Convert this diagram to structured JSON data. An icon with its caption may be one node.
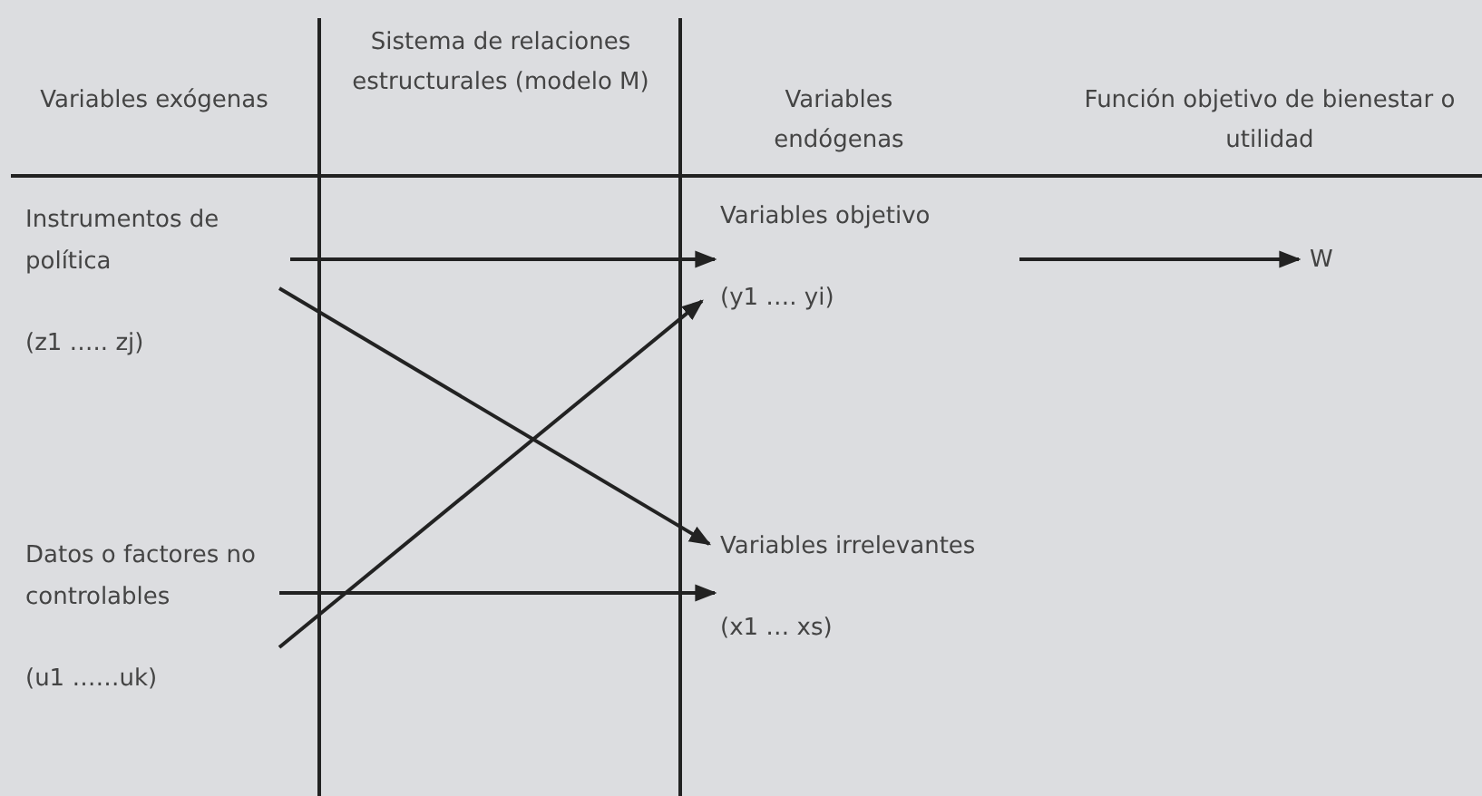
{
  "diagram": {
    "nodes": [
      {
        "text": [
          "Instrumentos de política"
        ],
        "beside": [
          "(z1 ….. zj)"
        ]
      },
      {
        "text": [
          "Datos o factores no controlables"
        ],
        "beside": [
          "(u1 ……uk)"
        ]
      },
      {
        "text": [
          "Variables objetivo"
        ],
        "beside": [
          "(y1 …. yi)"
        ]
      },
      {
        "text": [
          "Variables irrelevantes"
        ],
        "beside": [
          "(x1 … xs)"
        ]
      },
      {
        "text": [
          "W"
        ]
      }
    ],
    "edges": [
      {
        "from": 0,
        "to": 2,
        "arrow": "to"
      },
      {
        "from": 0,
        "to": 3,
        "arrow": "to"
      },
      {
        "from": 1,
        "to": 2,
        "arrow": "to"
      },
      {
        "from": 1,
        "to": 3,
        "arrow": "to"
      },
      {
        "from": 2,
        "to": 4,
        "arrow": "to"
      }
    ],
    "labels": [
      "Variables exógenas",
      "Sistema de relaciones estructurales (modelo M)",
      "Variables endógenas",
      "Función objetivo de bienestar o utilidad"
    ]
  }
}
